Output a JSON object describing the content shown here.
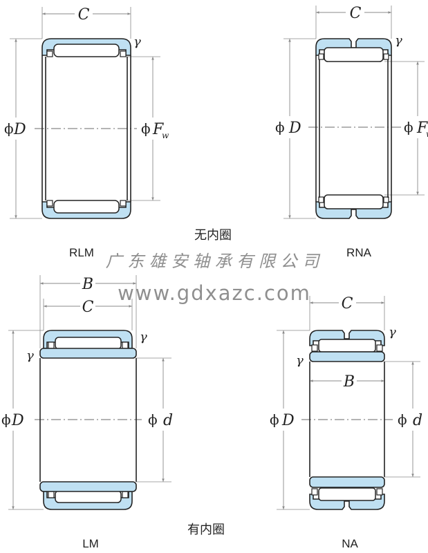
{
  "colors": {
    "ring_fill": "#bfe0f2",
    "outline": "#222222",
    "dimension_line": "#8a8a8a",
    "watermark": "#8f8f8f"
  },
  "section_labels": {
    "without_inner_ring": "无内圈",
    "with_inner_ring": "有内圈"
  },
  "watermark": {
    "company": "广 东 雄 安 轴 承 有 限 公 司",
    "url": "www.gdxazc.com"
  },
  "diagrams": {
    "rlm": {
      "type_label": "RLM",
      "width_dim": "C",
      "corner": "γ",
      "outer_dia_phi": "ϕ",
      "outer_dia": "D",
      "inner_dia_phi": "ϕ",
      "inner_dia": "F",
      "inner_dia_sub": "w"
    },
    "rna": {
      "type_label": "RNA",
      "width_dim": "C",
      "corner": "γ",
      "outer_dia_phi": "ϕ",
      "outer_dia": "D",
      "inner_dia_phi": "ϕ",
      "inner_dia": "F",
      "inner_dia_sub": "w"
    },
    "lm": {
      "type_label": "LM",
      "inner_width_dim": "B",
      "width_dim": "C",
      "corner_outer": "γ",
      "corner_inner": "γ",
      "outer_dia_phi": "ϕ",
      "outer_dia": "D",
      "inner_dia_phi": "ϕ",
      "inner_dia": "d"
    },
    "na": {
      "type_label": "NA",
      "width_dim": "C",
      "inner_width_dim": "B",
      "corner_outer": "γ",
      "corner_inner": "γ",
      "outer_dia_phi": "ϕ",
      "outer_dia": "D",
      "inner_dia_phi": "ϕ",
      "inner_dia": "d"
    }
  }
}
